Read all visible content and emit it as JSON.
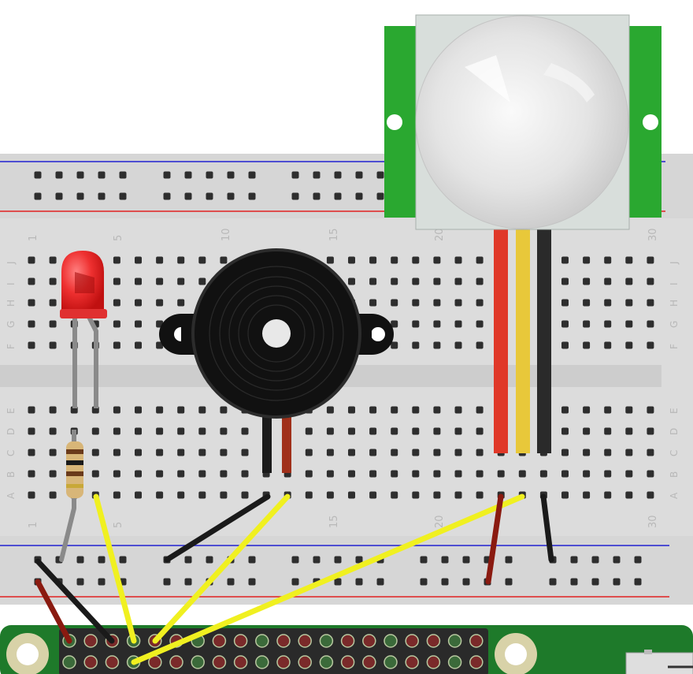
{
  "breadboard": {
    "column_numbers_top": [
      "1",
      "5",
      "10",
      "15",
      "20",
      "30"
    ],
    "column_numbers_bottom": [
      "1",
      "5",
      "15",
      "20",
      "30"
    ],
    "row_letters_upper": [
      "J",
      "I",
      "H",
      "G",
      "F"
    ],
    "row_letters_lower": [
      "E",
      "D",
      "C",
      "B",
      "A"
    ]
  },
  "components": {
    "led": "red-led",
    "resistor": "resistor",
    "buzzer": "piezo-buzzer",
    "pir_sensor": "pir-motion-sensor",
    "board": "raspberry-pi-gpio-header"
  },
  "colors": {
    "breadboard": "#dcdcdc",
    "rail_red": "#e02020",
    "rail_blue": "#2020d0",
    "wire_yellow": "#f0f020",
    "wire_black": "#1a1a1a",
    "wire_red": "#8a1a10",
    "pcb_green": "#1e7a2a",
    "pir_board": "#2aa830",
    "led_red": "#e8201c"
  }
}
